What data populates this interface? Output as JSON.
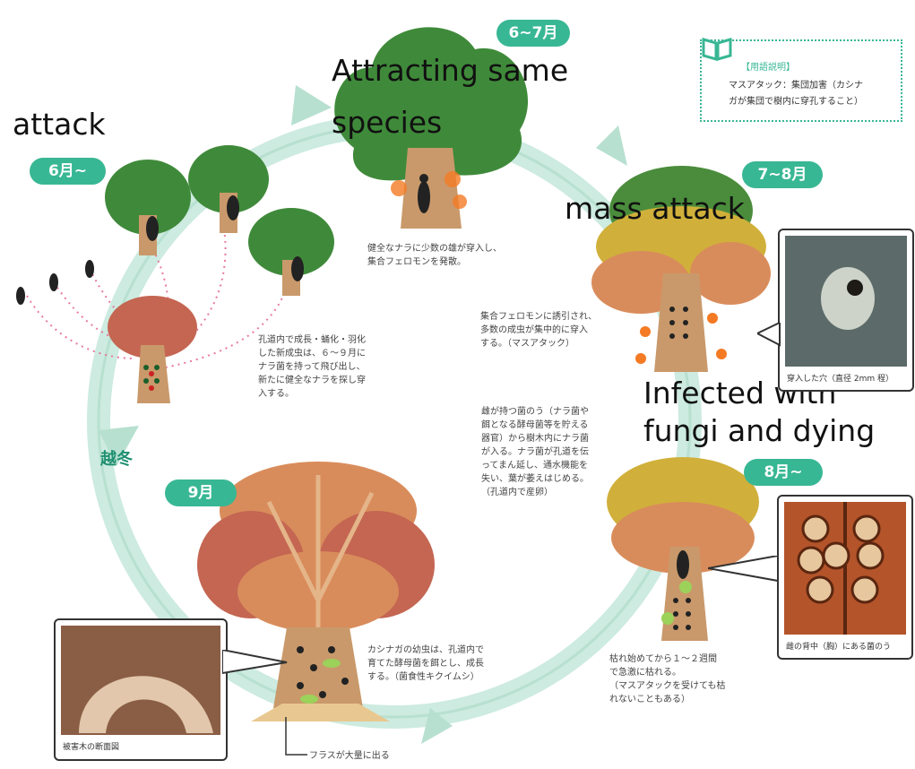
{
  "labels": {
    "attack": "attack",
    "attracting": "Attracting same species",
    "attracting_line1": "Attracting same",
    "attracting_line2": "species",
    "mass_attack": "mass attack",
    "infected_line1": "Infected with",
    "infected_line2": "fungi and dying"
  },
  "months": {
    "june_on": "6月~",
    "june_july": "6~7月",
    "july_aug": "7~8月",
    "aug_on": "8月~",
    "sept": "9月",
    "winter": "越冬"
  },
  "glossary": {
    "title": "【用語説明】",
    "text_line1": "マスアタック：集団加害（カシナ",
    "text_line2": "ガが集団で樹内に穿孔すること）"
  },
  "notes": {
    "top": [
      "健全なナラに少数の雄が穿入し、",
      "集合フェロモンを発散。"
    ],
    "left": [
      "孔道内で成長・蛹化・羽化",
      "した新成虫は、６～９月に",
      "ナラ菌を持って飛び出し、",
      "新たに健全なナラを探し穿",
      "入する。"
    ],
    "mass": [
      "集合フェロモンに誘引され、",
      "多数の成虫が集中的に穿入",
      "する。（マスアタック）"
    ],
    "fungi": [
      "雌が持つ菌のう（ナラ菌や",
      "餌となる酵母菌等を貯える",
      "器官）から樹木内にナラ菌",
      "が入る。ナラ菌が孔道を伝",
      "ってまん延し、通水機能を",
      "失い、葉が萎えはじめる。",
      "（孔道内で産卵）"
    ],
    "larva": [
      "カシナガの幼虫は、孔道内で",
      "育てた酵母菌を餌とし、成長",
      "する。（菌食性キクイムシ）"
    ],
    "wither": [
      "枯れ始めてから１～２週間",
      "で急激に枯れる。",
      "（マスアタックを受けても枯",
      "れないこともある）"
    ],
    "frass": "フラスが大量に出る"
  },
  "photos": {
    "hole_caption": "穿入した穴（直径 2mm 程）",
    "mycangia_caption": "雌の背中（胸）にある菌のう",
    "cross_caption": "被害木の断面図"
  },
  "colors": {
    "badge": "#38b794",
    "cycle_arrow": "#cdebe0",
    "healthy_leaf": "#3f8a3a",
    "red_leaf": "#c46652",
    "trunk": "#c9996b"
  }
}
